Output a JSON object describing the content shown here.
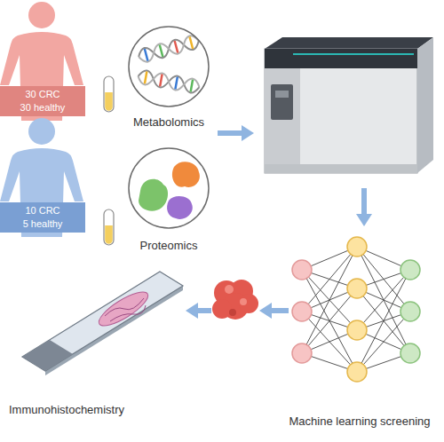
{
  "diagram": {
    "nodes": [
      {
        "text": [
          "30 CRC",
          "30 healthy"
        ]
      },
      {
        "text": [
          "Metabolomics"
        ]
      },
      {
        "text": [
          "10 CRC",
          "5 healthy"
        ]
      },
      {
        "text": [
          "Proteomics"
        ]
      }
    ],
    "labels": [
      "Immunohistochemistry",
      "Machine learning screening"
    ]
  }
}
